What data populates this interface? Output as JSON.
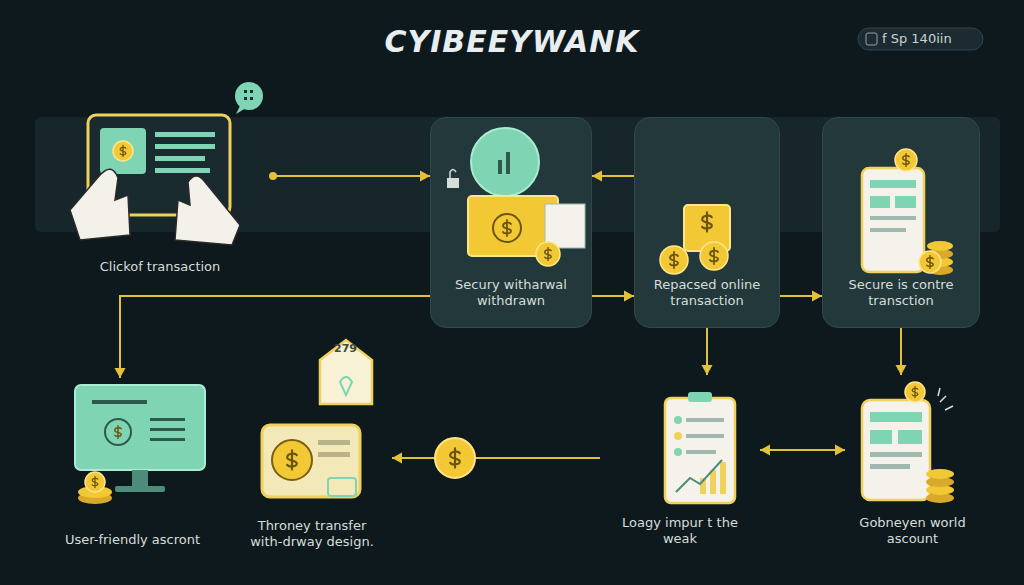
{
  "diagram": {
    "title": "CYIBEEYWANK",
    "nodes": [
      {
        "text": [
          "Clickof transaction"
        ]
      },
      {
        "text": [
          "Secury witharwal withdrawn"
        ]
      },
      {
        "text": [
          "Repacsed online transaction"
        ]
      },
      {
        "text": [
          "Secure is contre transction"
        ]
      },
      {
        "text": [
          "User-friendly ascront"
        ]
      },
      {
        "text": [
          "Throney transfer with-drway design."
        ]
      },
      {
        "text": [
          "Loagy impur t the weak"
        ]
      },
      {
        "text": [
          "Gobneyen world ascount"
        ]
      }
    ],
    "edges": [
      {
        "from": 0,
        "to": 1,
        "arrow": "to"
      },
      {
        "from": 2,
        "to": 1,
        "arrow": "to"
      },
      {
        "from": 1,
        "to": 2,
        "arrow": "to"
      },
      {
        "from": 1,
        "to": 4,
        "arrow": "to"
      },
      {
        "from": 2,
        "to": 3,
        "arrow": "to"
      },
      {
        "from": 2,
        "to": 6,
        "arrow": "to"
      },
      {
        "from": 3,
        "to": 7,
        "arrow": "to"
      },
      {
        "from": 6,
        "to": 7,
        "arrow": "both"
      },
      {
        "from": 6,
        "to": 5,
        "arrow": "to"
      }
    ],
    "labels": [
      "f Sp 140iin",
      "279"
    ]
  }
}
